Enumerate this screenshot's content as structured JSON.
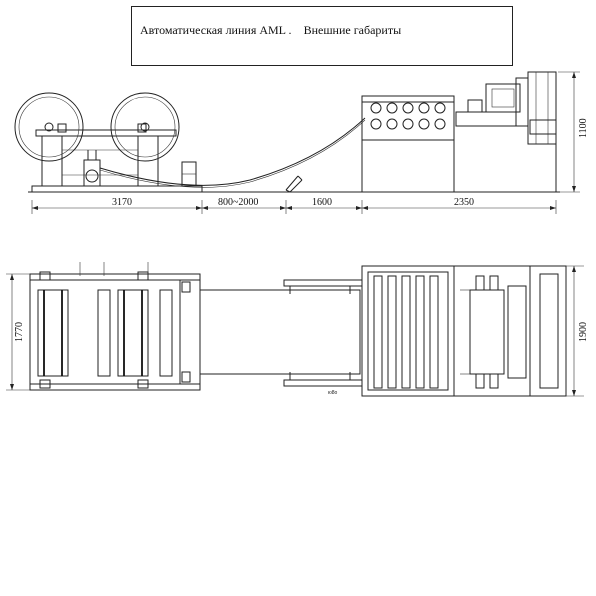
{
  "title": {
    "main": "Автоматическая линия AML .",
    "sub": "Внешние габариты"
  },
  "side_view": {
    "dimensions": {
      "d1": "3170",
      "d2": "800~2000",
      "d3": "1600",
      "d4": "2350",
      "height": "1100"
    }
  },
  "top_view": {
    "dimensions": {
      "left_width": "1770",
      "right_width": "1900"
    },
    "small_label": "ю8о"
  }
}
